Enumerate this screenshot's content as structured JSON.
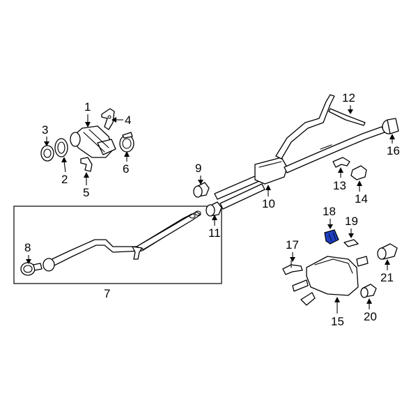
{
  "callouts": {
    "c1": "1",
    "c2": "2",
    "c3": "3",
    "c4": "4",
    "c5": "5",
    "c6": "6",
    "c7": "7",
    "c8": "8",
    "c9": "9",
    "c10": "10",
    "c11": "11",
    "c12": "12",
    "c13": "13",
    "c14": "14",
    "c15": "15",
    "c16": "16",
    "c17": "17",
    "c18": "18",
    "c19": "19",
    "c20": "20",
    "c21": "21"
  },
  "highlight_color": "#1f3fbf"
}
